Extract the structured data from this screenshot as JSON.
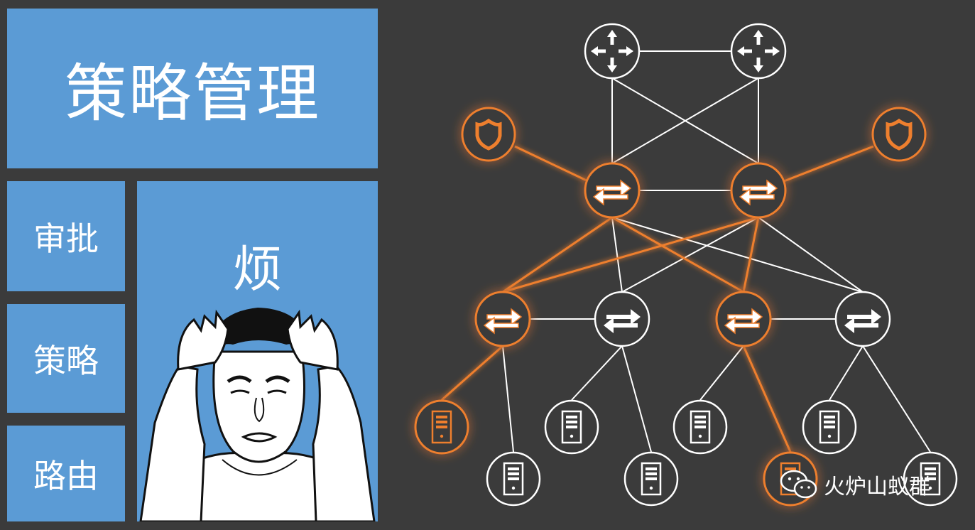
{
  "tiles": {
    "title": "策略管理",
    "approve": "审批",
    "policy": "策略",
    "route": "路由",
    "annoy": "烦"
  },
  "watermark": {
    "text": "火炉山蚁群",
    "icon": "wechat-icon"
  },
  "colors": {
    "tile": "#5b9bd5",
    "background": "#3b3b3b",
    "highlight": "#ee7f2d",
    "link": "#ffffff"
  },
  "network": {
    "routers": 2,
    "firewalls": 2,
    "core_switches": 2,
    "access_switches": 4,
    "servers": 8
  }
}
